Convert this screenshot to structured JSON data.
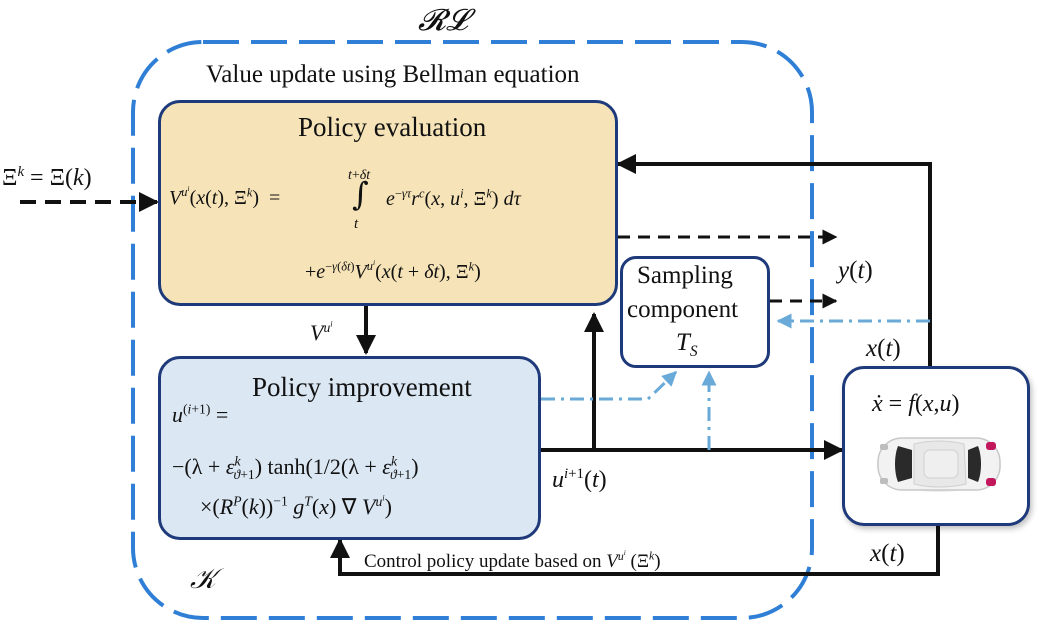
{
  "colors": {
    "outer_frame": "#2f7fd6",
    "box_border": "#1f3a7a",
    "evaluation_fill": "#f6e4b8",
    "improvement_fill": "#dbe7f3",
    "signal_dashdot": "#6aaad8",
    "wire": "#111111"
  },
  "outer": {
    "rl_label": "𝓡𝓛",
    "k_label": "𝒦"
  },
  "title": "Value update using Bellman equation",
  "evaluation": {
    "heading": "Policy evaluation",
    "eq_lhs": "V^{u^i}(x(t), Ξ^k) =",
    "eq_integral": "∫_t^{t+δt} e^{−γτ} r^c(x, u^i, Ξ^k) dτ",
    "eq_second": "+e^{−γ(δt)} V^{u^i}(x(t+δt), Ξ^k)"
  },
  "improvement": {
    "heading": "Policy improvement",
    "line1": "u^{(i+1)} =",
    "line2": "−(λ + ε^k_{ϑ+1}) tanh(1/2(λ + ε^k_{ϑ+1})",
    "line3": "×(R^P(k))^{−1} g^T(x) ∇ V^{u^i})"
  },
  "sampling": {
    "line1": "Sampling",
    "line2": "component",
    "period": "T_S"
  },
  "plant": {
    "equation": "ẋ = f(x,u)",
    "icon": "car-icon"
  },
  "signals": {
    "xi_input": "Ξ^k = Ξ(k)",
    "v_label": "V^{u^i}",
    "y_output": "y(t)",
    "x_feedback_top": "x(t)",
    "x_feedback_bottom": "x(t)",
    "u_output": "u^{i+1}(t)"
  },
  "footer": "Control policy update based on V^{u^i} (Ξ^k)"
}
